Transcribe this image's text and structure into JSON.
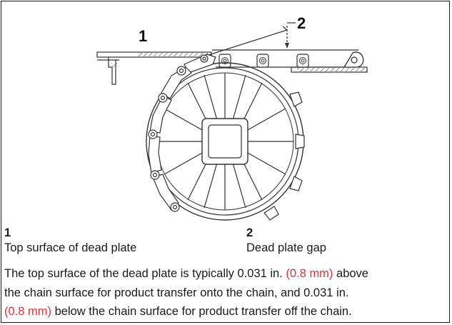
{
  "figure": {
    "callout_1": "1",
    "callout_2": "2"
  },
  "legend": [
    {
      "number": "1",
      "text": "Top surface of dead plate"
    },
    {
      "number": "2",
      "text": "Dead plate gap"
    }
  ],
  "description": {
    "line1_a": "The top surface of the dead plate is typically 0.031 in.",
    "line1_metric": "(0.8 mm)",
    "line1_b": "above",
    "line2": "the chain surface for product transfer onto the chain, and 0.031 in.",
    "line3_metric": "(0.8 mm)",
    "line3_b": "below the chain surface for product transfer off the chain."
  },
  "colors": {
    "text": "#1a1a1a",
    "metric_highlight": "#e8303a",
    "line_art": "#333333"
  }
}
